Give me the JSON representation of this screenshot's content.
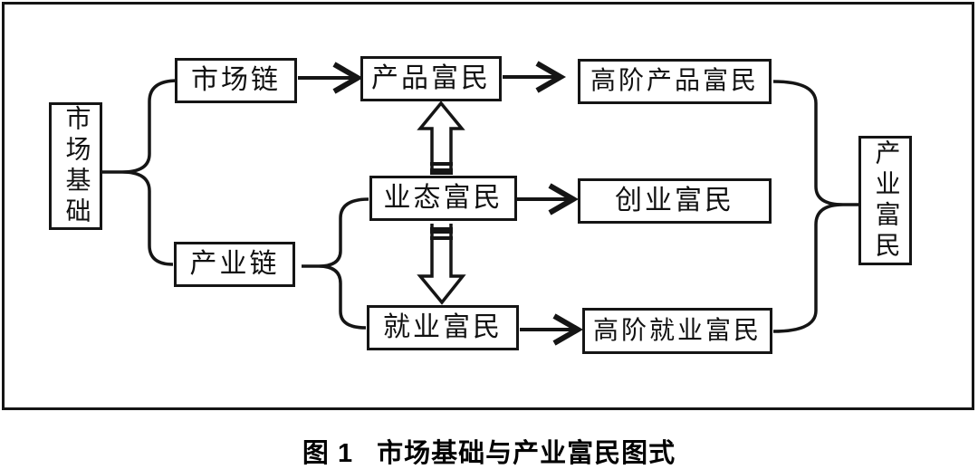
{
  "diagram": {
    "caption": {
      "figure_label": "图 1",
      "title": "市场基础与产业富民图式"
    },
    "nodes": {
      "market_foundation": {
        "label": "市场基础",
        "orientation": "vertical"
      },
      "market_chain": {
        "label": "市场链",
        "orientation": "horizontal"
      },
      "industry_chain": {
        "label": "产业链",
        "orientation": "horizontal"
      },
      "product_enrichment": {
        "label": "产品富民",
        "orientation": "horizontal"
      },
      "business_form_enrichment": {
        "label": "业态富民",
        "orientation": "horizontal"
      },
      "employment_enrichment": {
        "label": "就业富民",
        "orientation": "horizontal"
      },
      "advanced_product_enrichment": {
        "label": "高阶产品富民",
        "orientation": "horizontal"
      },
      "entrepreneurship_enrichment": {
        "label": "创业富民",
        "orientation": "horizontal"
      },
      "advanced_employment_enrichment": {
        "label": "高阶就业富民",
        "orientation": "horizontal"
      },
      "industry_enrichment": {
        "label": "产业富民",
        "orientation": "vertical"
      }
    },
    "edges": [
      {
        "from": "market_foundation",
        "to": "market_chain",
        "style": "brace"
      },
      {
        "from": "market_foundation",
        "to": "industry_chain",
        "style": "brace"
      },
      {
        "from": "market_chain",
        "to": "product_enrichment",
        "style": "arrow"
      },
      {
        "from": "product_enrichment",
        "to": "advanced_product_enrichment",
        "style": "arrow"
      },
      {
        "from": "industry_chain",
        "to": "business_form_enrichment",
        "style": "brace"
      },
      {
        "from": "industry_chain",
        "to": "employment_enrichment",
        "style": "brace"
      },
      {
        "from": "business_form_enrichment",
        "to": "product_enrichment",
        "style": "block-arrow-striped-tail"
      },
      {
        "from": "business_form_enrichment",
        "to": "employment_enrichment",
        "style": "block-arrow-striped-tail"
      },
      {
        "from": "business_form_enrichment",
        "to": "entrepreneurship_enrichment",
        "style": "arrow"
      },
      {
        "from": "employment_enrichment",
        "to": "advanced_employment_enrichment",
        "style": "arrow"
      },
      {
        "from": "advanced_product_enrichment",
        "to": "industry_enrichment",
        "style": "brace"
      },
      {
        "from": "advanced_employment_enrichment",
        "to": "industry_enrichment",
        "style": "brace"
      }
    ],
    "colors": {
      "ink": "#151515",
      "background": "#ffffff"
    }
  }
}
